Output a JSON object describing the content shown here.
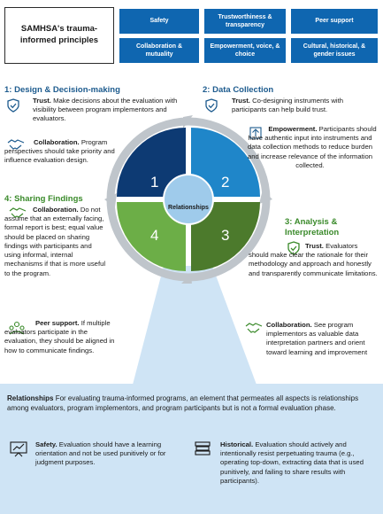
{
  "header": {
    "title": "SAMHSA's trauma-informed principles",
    "principles": [
      "Safety",
      "Trustworthiness & transparency",
      "Peer support",
      "Collaboration & mutuality",
      "Empowerment, voice, & choice",
      "Cultural, historical, & gender issues"
    ]
  },
  "diagram": {
    "center_label": "Relationships",
    "quadrants": [
      "1",
      "2",
      "3",
      "4"
    ],
    "colors": {
      "q1": "#0d3a73",
      "q2": "#1f86c9",
      "q3": "#4c7a2c",
      "q4": "#6cae47",
      "center": "#9fcbeb",
      "ring": "#bfc5cb"
    }
  },
  "sections": {
    "design": {
      "heading": "1: Design & Decision-making",
      "trust_title": "Trust.",
      "trust_text": "Make decisions about the evaluation with visibility between program implementors and evaluators.",
      "collab_title": "Collaboration.",
      "collab_text": "Program perspectives should take priority and influence evaluation design."
    },
    "data_collection": {
      "heading": "2: Data Collection",
      "trust_title": "Trust.",
      "trust_text": "Co-designing instruments with participants can help build trust.",
      "empower_title": "Empowerment.",
      "empower_text": "Participants should have authentic input into instruments and data collection methods to reduce burden and increase relevance of the information collected."
    },
    "sharing": {
      "heading": "4: Sharing Findings",
      "collab_title": "Collaboration.",
      "collab_text": "Do not assume that an externally facing, formal report is best; equal value should be placed on sharing findings with participants and using informal, internal mechanisms if that is more useful to the program.",
      "peer_title": "Peer support.",
      "peer_text": "If multiple evaluators participate in the evaluation, they should be aligned in how to communicate findings."
    },
    "analysis": {
      "heading": "3: Analysis & Interpretation",
      "trust_title": "Trust.",
      "trust_text": "Evaluators should make clear the rationale for their methodology and approach and honestly and transparently communicate limitations.",
      "collab_title": "Collaboration.",
      "collab_text": "See program implementors as valuable data interpretation partners and orient toward learning and improvement"
    }
  },
  "relationships": {
    "title": "Relationships",
    "text": "For evaluating trauma-informed programs, an element that permeates all aspects is relationships among evaluators, program implementors, and program participants but is not a formal evaluation phase.",
    "safety_title": "Safety.",
    "safety_text": "Evaluation should have a learning orientation and not be used punitively or for judgment purposes.",
    "historical_title": "Historical.",
    "historical_text": "Evaluation should actively and intentionally resist perpetuating trauma (e.g., operating top-down, extracting data that is used punitively, and failing to share results with participants)."
  }
}
